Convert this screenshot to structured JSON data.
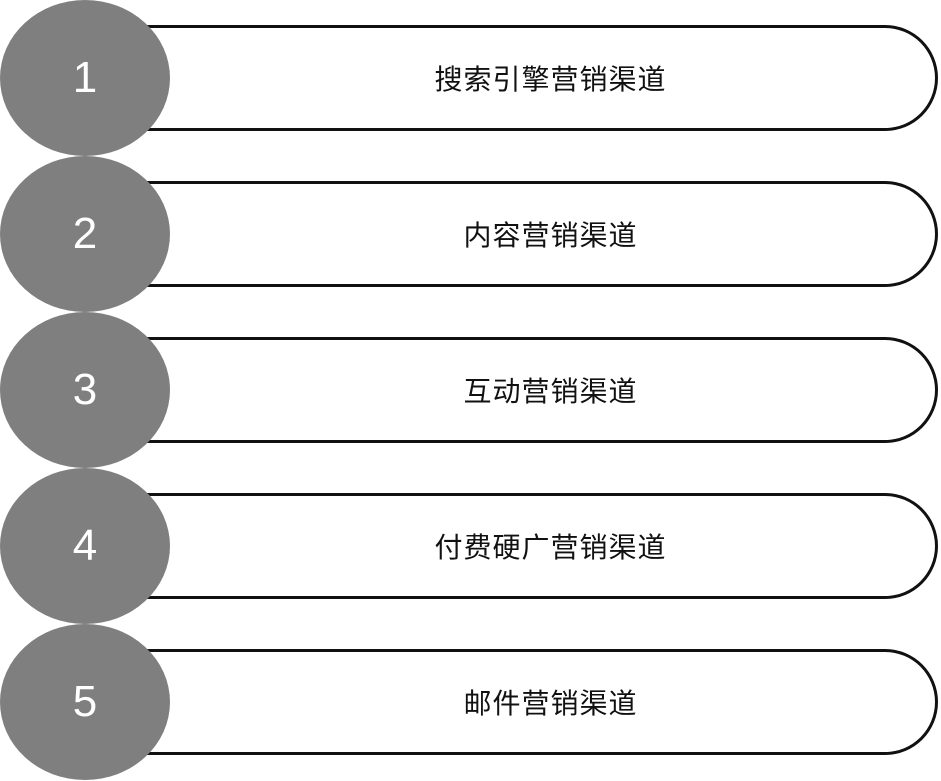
{
  "steps": [
    {
      "number": "1",
      "label": "搜索引擎营销渠道"
    },
    {
      "number": "2",
      "label": "内容营销渠道"
    },
    {
      "number": "3",
      "label": "互动营销渠道"
    },
    {
      "number": "4",
      "label": "付费硬广营销渠道"
    },
    {
      "number": "5",
      "label": "邮件营销渠道"
    }
  ],
  "colors": {
    "badge": "#7f7f7f",
    "outline": "#111111",
    "text": "#111111"
  }
}
